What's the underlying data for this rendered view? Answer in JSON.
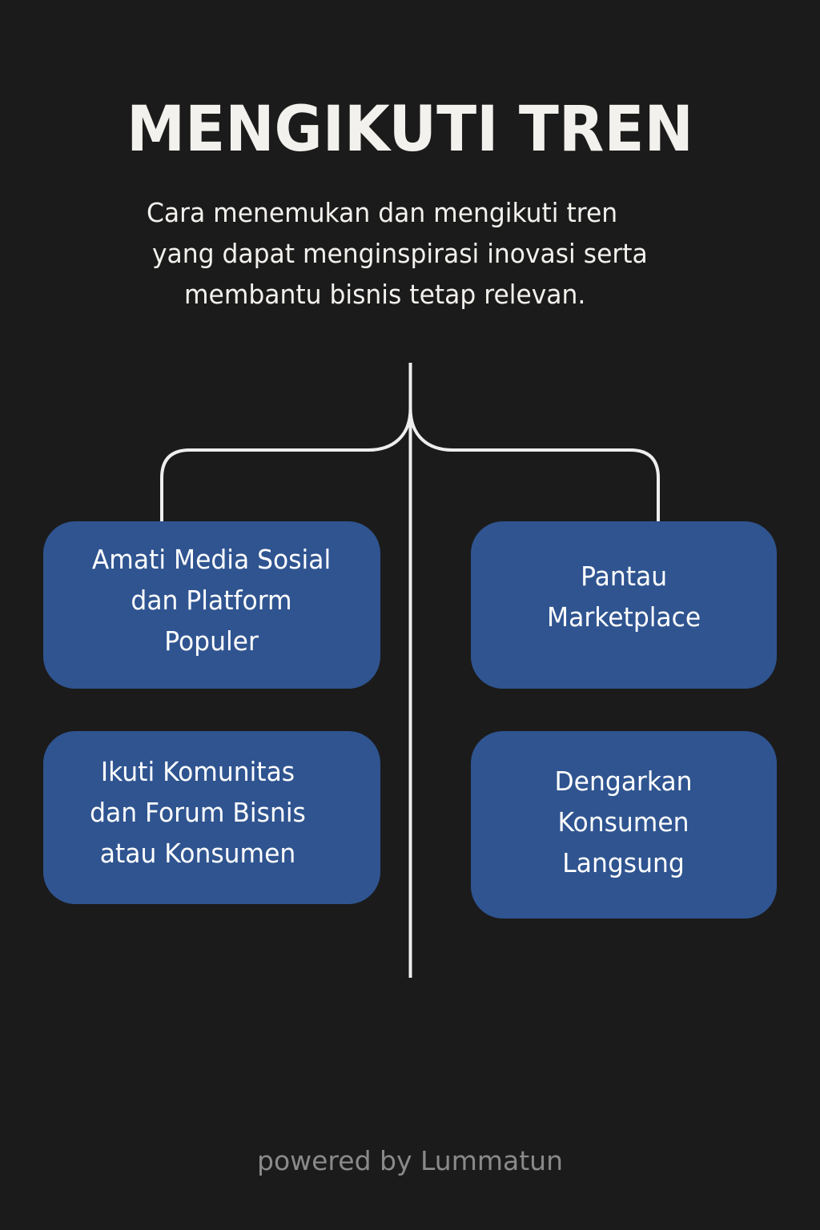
{
  "header": {
    "title": "MENGIKUTI TREN",
    "subtitle_lines": [
      "Cara menemukan dan mengikuti tren",
      "yang dapat menginspirasi inovasi serta",
      "membantu bisnis tetap relevan."
    ]
  },
  "diagram": {
    "nodes": [
      {
        "id": "top-left",
        "label": "Amati Media Sosial\ndan Platform\nPopuler"
      },
      {
        "id": "top-right",
        "label": "Pantau\nMarketplace"
      },
      {
        "id": "bottom-left",
        "label": "Ikuti Komunitas\ndan Forum Bisnis\natau Konsumen"
      },
      {
        "id": "bottom-right",
        "label": "Dengarkan\nKonsumen\nLangsung"
      }
    ]
  },
  "footer": {
    "text": "powered by Lummatun"
  },
  "colors": {
    "background": "#1b1b1b",
    "box": "#2f5490",
    "text": "#f3f1ed",
    "connector": "#eeeeee",
    "footer_text": "#8a8a8a"
  }
}
